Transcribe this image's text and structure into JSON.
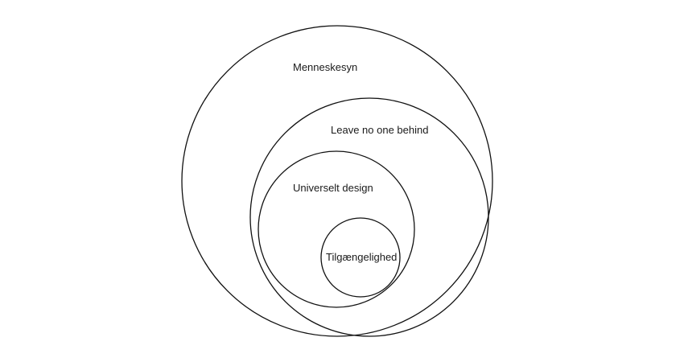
{
  "diagram": {
    "type": "nested-circles",
    "stroke_color": "#111111",
    "background": "#ffffff",
    "layers": [
      {
        "id": "menneskesyn",
        "label": "Menneskesyn"
      },
      {
        "id": "leave-no-one-behind",
        "label": "Leave no one behind"
      },
      {
        "id": "universelt-design",
        "label": "Universelt design"
      },
      {
        "id": "tilgaengelighed",
        "label": "Tilgængelighed"
      }
    ]
  }
}
